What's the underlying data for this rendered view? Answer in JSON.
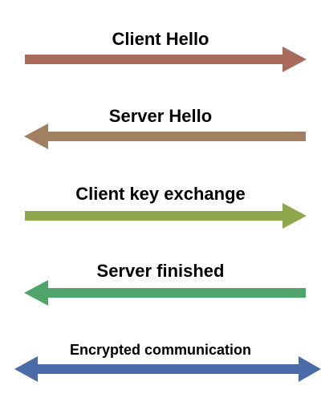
{
  "steps": [
    {
      "label": "Client Hello",
      "direction": "right",
      "color": "#a86b5c"
    },
    {
      "label": "Server Hello",
      "direction": "left",
      "color": "#a08060"
    },
    {
      "label": "Client key exchange",
      "direction": "right",
      "color": "#8fa84c"
    },
    {
      "label": "Server finished",
      "direction": "left",
      "color": "#4fa569"
    },
    {
      "label": "Encrypted communication",
      "direction": "both",
      "color": "#4b6aa8"
    }
  ]
}
